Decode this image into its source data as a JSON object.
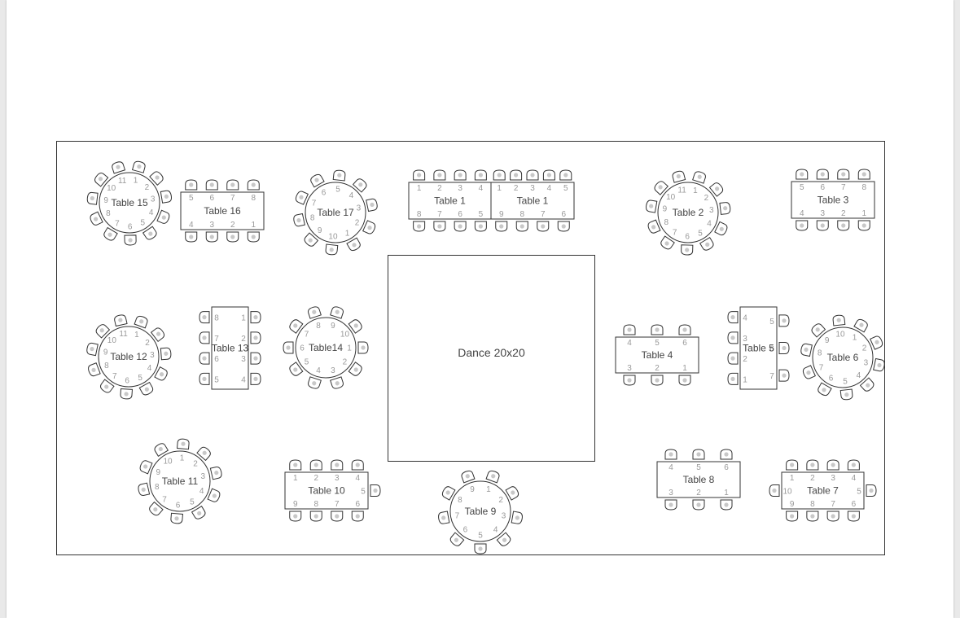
{
  "floor_plan": {
    "dance_floor_label": "Dance 20x20",
    "tables": [
      {
        "label": "Table 15",
        "shape": "round",
        "seats": [
          "1",
          "2",
          "3",
          "4",
          "5",
          "6",
          "7",
          "8",
          "9",
          "10",
          "11"
        ]
      },
      {
        "label": "Table 16",
        "shape": "rect",
        "top_numbers": [
          "5",
          "6",
          "7",
          "8"
        ],
        "bottom_numbers": [
          "4",
          "3",
          "2",
          "1"
        ]
      },
      {
        "label": "Table 17",
        "shape": "round",
        "seats": [
          "1",
          "2",
          "3",
          "4",
          "5",
          "6",
          "7",
          "8",
          "9",
          "10"
        ]
      },
      {
        "label": "Table 1",
        "shape": "rect",
        "top_numbers": [
          "1",
          "2",
          "3",
          "4"
        ],
        "bottom_numbers": [
          "8",
          "7",
          "6",
          "5"
        ]
      },
      {
        "label": "Table 1",
        "shape": "rect",
        "top_numbers": [
          "1",
          "2",
          "3",
          "4",
          "5"
        ],
        "bottom_numbers": [
          "9",
          "8",
          "7",
          "6"
        ]
      },
      {
        "label": "Table 2",
        "shape": "round",
        "seats": [
          "1",
          "2",
          "3",
          "4",
          "5",
          "6",
          "7",
          "8",
          "9",
          "10",
          "11"
        ]
      },
      {
        "label": "Table 3",
        "shape": "rect",
        "top_numbers": [
          "5",
          "6",
          "7",
          "8"
        ],
        "bottom_numbers": [
          "4",
          "3",
          "2",
          "1"
        ]
      },
      {
        "label": "Table 12",
        "shape": "round",
        "seats": [
          "1",
          "2",
          "3",
          "4",
          "5",
          "6",
          "7",
          "8",
          "9",
          "10",
          "11"
        ]
      },
      {
        "label": "Table 13",
        "shape": "rect-vertical",
        "left_numbers": [
          "8",
          "7",
          "6",
          "5"
        ],
        "right_numbers": [
          "1",
          "2",
          "3",
          "4"
        ]
      },
      {
        "label": "Table14",
        "shape": "round",
        "seats": [
          "1",
          "2",
          "3",
          "4",
          "5",
          "6",
          "7",
          "8",
          "9",
          "10"
        ]
      },
      {
        "label": "Table 4",
        "shape": "rect",
        "top_numbers": [
          "4",
          "5",
          "6"
        ],
        "bottom_numbers": [
          "3",
          "2",
          "1"
        ]
      },
      {
        "label": "Table 5",
        "shape": "rect-vertical",
        "left_numbers": [
          "4",
          "3",
          "2",
          "1"
        ],
        "right_numbers": [
          "5",
          "6",
          "7"
        ]
      },
      {
        "label": "Table 6",
        "shape": "round",
        "seats": [
          "1",
          "2",
          "3",
          "4",
          "5",
          "6",
          "7",
          "8",
          "9",
          "10"
        ]
      },
      {
        "label": "Table 11",
        "shape": "round",
        "seats": [
          "1",
          "2",
          "3",
          "4",
          "5",
          "6",
          "7",
          "8",
          "9",
          "10"
        ]
      },
      {
        "label": "Table 10",
        "shape": "rect",
        "top_numbers": [
          "1",
          "2",
          "3",
          "4"
        ],
        "bottom_numbers": [
          "9",
          "8",
          "7",
          "6"
        ],
        "end_number": "5"
      },
      {
        "label": "Table 9",
        "shape": "round",
        "seats": [
          "1",
          "2",
          "3",
          "4",
          "5",
          "6",
          "7",
          "8",
          "9"
        ]
      },
      {
        "label": "Table 8",
        "shape": "rect",
        "top_numbers": [
          "4",
          "5",
          "6"
        ],
        "bottom_numbers": [
          "3",
          "2",
          "1"
        ]
      },
      {
        "label": "Table 7",
        "shape": "rect",
        "top_numbers": [
          "1",
          "2",
          "3",
          "4"
        ],
        "bottom_numbers": [
          "9",
          "8",
          "7",
          "6"
        ],
        "end_number": "5",
        "start_number": "10"
      }
    ]
  },
  "colors": {
    "line": "#333333",
    "chair_fill": "#ffffff",
    "chair_dot": "#c8c8c8",
    "number": "#999999"
  }
}
